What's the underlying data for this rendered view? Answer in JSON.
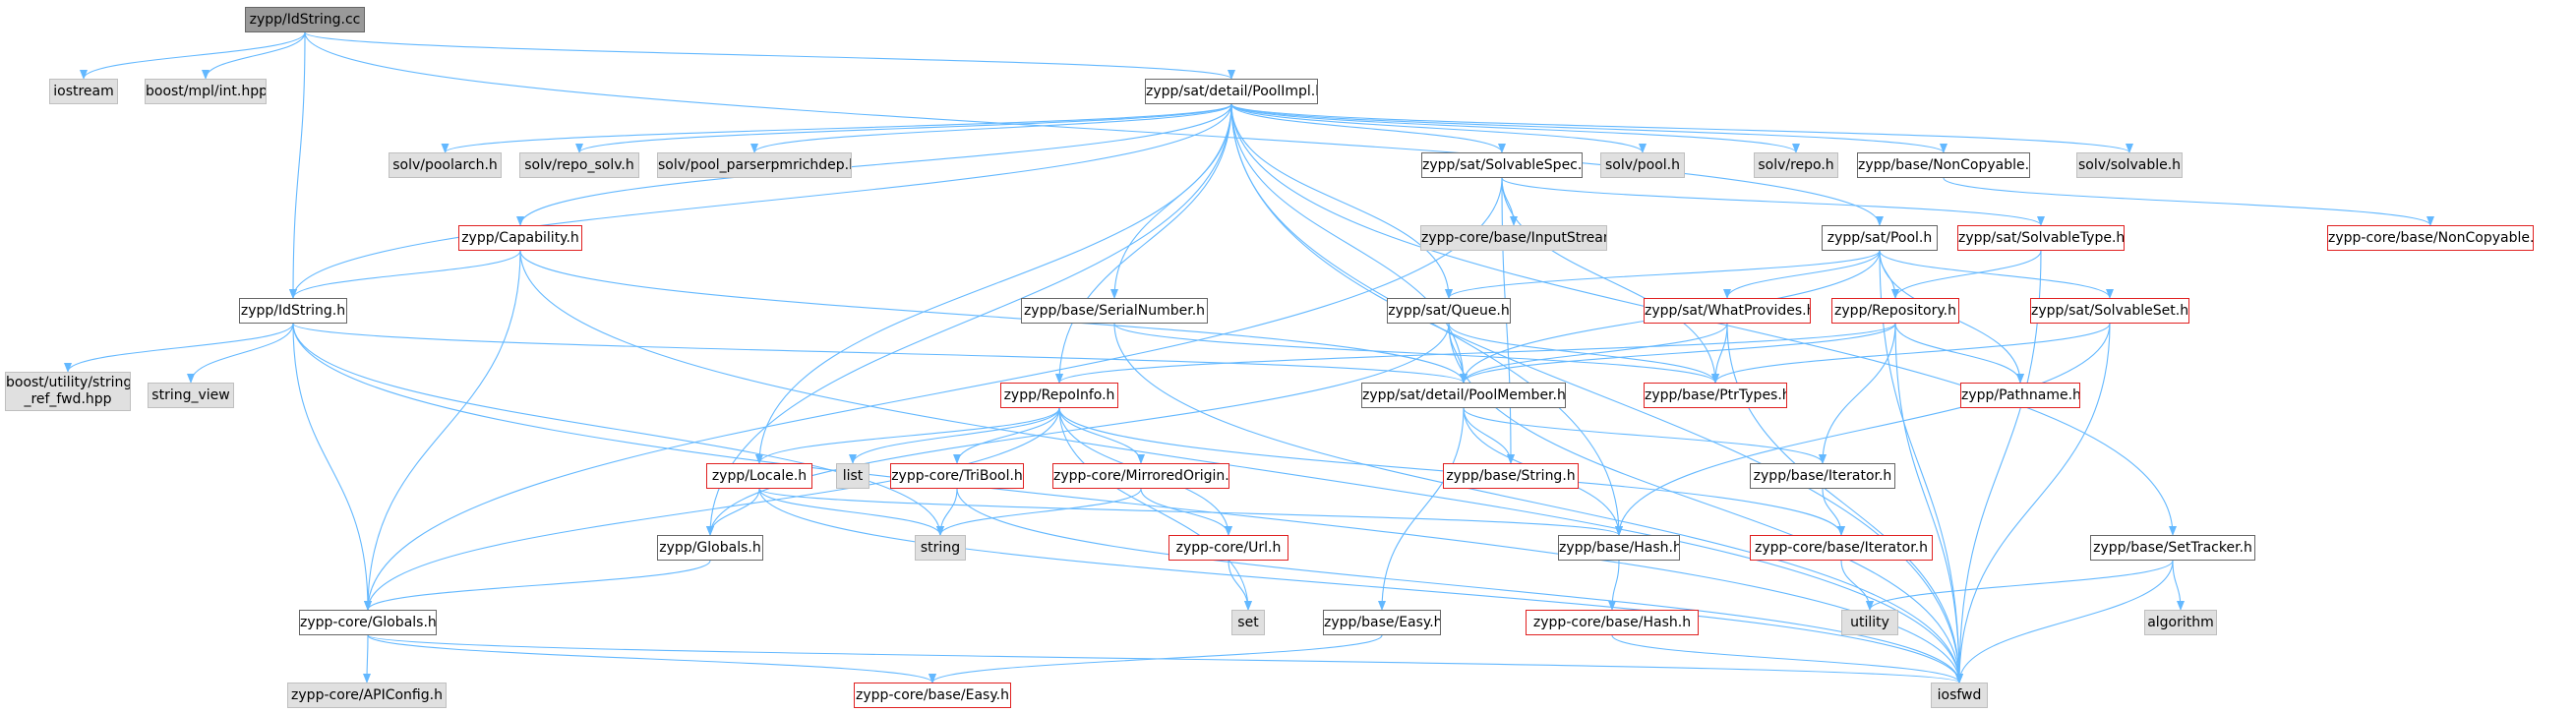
{
  "graph": {
    "edge_color": "#63b8ff",
    "nodes": [
      {
        "id": "IdStringCc",
        "label": "zypp/IdString.cc"
      },
      {
        "id": "iostream",
        "label": "iostream"
      },
      {
        "id": "mplInt",
        "label": "boost/mpl/int.hpp"
      },
      {
        "id": "PoolImpl",
        "label": "zypp/sat/detail/PoolImpl.h"
      },
      {
        "id": "poolarch",
        "label": "solv/poolarch.h"
      },
      {
        "id": "repoSolv",
        "label": "solv/repo_solv.h"
      },
      {
        "id": "poolParser",
        "label": "solv/pool_parserpmrichdep.h"
      },
      {
        "id": "SolvableSpec",
        "label": "zypp/sat/SolvableSpec.h"
      },
      {
        "id": "solvPool",
        "label": "solv/pool.h"
      },
      {
        "id": "solvRepo",
        "label": "solv/repo.h"
      },
      {
        "id": "NonCopyable",
        "label": "zypp/base/NonCopyable.h"
      },
      {
        "id": "solvSolvable",
        "label": "solv/solvable.h"
      },
      {
        "id": "Capability",
        "label": "zypp/Capability.h"
      },
      {
        "id": "InputStream",
        "label": "zypp-core/base/InputStream"
      },
      {
        "id": "SatPool",
        "label": "zypp/sat/Pool.h"
      },
      {
        "id": "SolvableType",
        "label": "zypp/sat/SolvableType.h"
      },
      {
        "id": "CoreNonCopyable",
        "label": "zypp-core/base/NonCopyable.h"
      },
      {
        "id": "IdStringH",
        "label": "zypp/IdString.h"
      },
      {
        "id": "SerialNumber",
        "label": "zypp/base/SerialNumber.h"
      },
      {
        "id": "SatQueue",
        "label": "zypp/sat/Queue.h"
      },
      {
        "id": "WhatProvides",
        "label": "zypp/sat/WhatProvides.h"
      },
      {
        "id": "Repository",
        "label": "zypp/Repository.h"
      },
      {
        "id": "SolvableSet",
        "label": "zypp/sat/SolvableSet.h"
      },
      {
        "id": "StringRefFwd",
        "label": "boost/utility/string\n_ref_fwd.hpp"
      },
      {
        "id": "stringView",
        "label": "string_view"
      },
      {
        "id": "RepoInfo",
        "label": "zypp/RepoInfo.h"
      },
      {
        "id": "PoolMember",
        "label": "zypp/sat/detail/PoolMember.h"
      },
      {
        "id": "PtrTypes",
        "label": "zypp/base/PtrTypes.h"
      },
      {
        "id": "Pathname",
        "label": "zypp/Pathname.h"
      },
      {
        "id": "Locale",
        "label": "zypp/Locale.h"
      },
      {
        "id": "list",
        "label": "list"
      },
      {
        "id": "TriBool",
        "label": "zypp-core/TriBool.h"
      },
      {
        "id": "MirroredOrigin",
        "label": "zypp-core/MirroredOrigin.h"
      },
      {
        "id": "BaseString",
        "label": "zypp/base/String.h"
      },
      {
        "id": "BaseIterator",
        "label": "zypp/base/Iterator.h"
      },
      {
        "id": "string",
        "label": "string"
      },
      {
        "id": "CoreUrl",
        "label": "zypp-core/Url.h"
      },
      {
        "id": "CoreIterator",
        "label": "zypp-core/base/Iterator.h"
      },
      {
        "id": "Globals",
        "label": "zypp/Globals.h"
      },
      {
        "id": "BaseHash",
        "label": "zypp/base/Hash.h"
      },
      {
        "id": "SetTracker",
        "label": "zypp/base/SetTracker.h"
      },
      {
        "id": "utility",
        "label": "utility"
      },
      {
        "id": "algorithm",
        "label": "algorithm"
      },
      {
        "id": "set",
        "label": "set"
      },
      {
        "id": "CoreGlobals",
        "label": "zypp-core/Globals.h"
      },
      {
        "id": "BaseEasy",
        "label": "zypp/base/Easy.h"
      },
      {
        "id": "CoreHash",
        "label": "zypp-core/base/Hash.h"
      },
      {
        "id": "APIConfig",
        "label": "zypp-core/APIConfig.h"
      },
      {
        "id": "CoreEasy",
        "label": "zypp-core/base/Easy.h"
      },
      {
        "id": "iosfwd",
        "label": "iosfwd"
      }
    ],
    "edges": [
      [
        "IdStringCc",
        "iostream"
      ],
      [
        "IdStringCc",
        "mplInt"
      ],
      [
        "IdStringCc",
        "PoolImpl"
      ],
      [
        "IdStringCc",
        "IdStringH"
      ],
      [
        "IdStringCc",
        "SatPool"
      ],
      [
        "PoolImpl",
        "poolarch"
      ],
      [
        "PoolImpl",
        "repoSolv"
      ],
      [
        "PoolImpl",
        "poolParser"
      ],
      [
        "PoolImpl",
        "SolvableSpec"
      ],
      [
        "PoolImpl",
        "solvPool"
      ],
      [
        "PoolImpl",
        "solvRepo"
      ],
      [
        "PoolImpl",
        "NonCopyable"
      ],
      [
        "PoolImpl",
        "solvSolvable"
      ],
      [
        "PoolImpl",
        "Capability"
      ],
      [
        "PoolImpl",
        "IdStringH"
      ],
      [
        "PoolImpl",
        "SerialNumber"
      ],
      [
        "PoolImpl",
        "SatQueue"
      ],
      [
        "PoolImpl",
        "RepoInfo"
      ],
      [
        "PoolImpl",
        "Locale"
      ],
      [
        "PoolImpl",
        "PoolMember"
      ],
      [
        "PoolImpl",
        "BaseHash"
      ],
      [
        "PoolImpl",
        "SetTracker"
      ],
      [
        "PoolImpl",
        "iosfwd"
      ],
      [
        "PoolImpl",
        "Globals"
      ],
      [
        "SolvableSpec",
        "InputStream"
      ],
      [
        "SolvableSpec",
        "SolvableType"
      ],
      [
        "SolvableSpec",
        "PtrTypes"
      ],
      [
        "SolvableSpec",
        "BaseString"
      ],
      [
        "SolvableSpec",
        "CoreGlobals"
      ],
      [
        "NonCopyable",
        "CoreNonCopyable"
      ],
      [
        "SatPool",
        "SatQueue"
      ],
      [
        "SatPool",
        "WhatProvides"
      ],
      [
        "SatPool",
        "Repository"
      ],
      [
        "SatPool",
        "SolvableSet"
      ],
      [
        "SatPool",
        "PoolMember"
      ],
      [
        "SatPool",
        "Pathname"
      ],
      [
        "SatPool",
        "iosfwd"
      ],
      [
        "SolvableType",
        "Repository"
      ],
      [
        "SolvableType",
        "iosfwd"
      ],
      [
        "Capability",
        "IdStringH"
      ],
      [
        "Capability",
        "CoreGlobals"
      ],
      [
        "Capability",
        "PoolMember"
      ],
      [
        "Capability",
        "iosfwd"
      ],
      [
        "IdStringH",
        "StringRefFwd"
      ],
      [
        "IdStringH",
        "stringView"
      ],
      [
        "IdStringH",
        "CoreGlobals"
      ],
      [
        "IdStringH",
        "PoolMember"
      ],
      [
        "IdStringH",
        "string"
      ],
      [
        "IdStringH",
        "iosfwd"
      ],
      [
        "SerialNumber",
        "PtrTypes"
      ],
      [
        "SerialNumber",
        "iosfwd"
      ],
      [
        "SatQueue",
        "PoolMember"
      ],
      [
        "SatQueue",
        "PtrTypes"
      ],
      [
        "SatQueue",
        "Globals"
      ],
      [
        "SatQueue",
        "iosfwd"
      ],
      [
        "WhatProvides",
        "PoolMember"
      ],
      [
        "WhatProvides",
        "PtrTypes"
      ],
      [
        "WhatProvides",
        "iosfwd"
      ],
      [
        "Repository",
        "PoolMember"
      ],
      [
        "Repository",
        "Pathname"
      ],
      [
        "Repository",
        "BaseIterator"
      ],
      [
        "Repository",
        "RepoInfo"
      ],
      [
        "Repository",
        "iosfwd"
      ],
      [
        "SolvableSet",
        "PtrTypes"
      ],
      [
        "SolvableSet",
        "BaseHash"
      ],
      [
        "SolvableSet",
        "iosfwd"
      ],
      [
        "RepoInfo",
        "list"
      ],
      [
        "RepoInfo",
        "Locale"
      ],
      [
        "RepoInfo",
        "TriBool"
      ],
      [
        "RepoInfo",
        "MirroredOrigin"
      ],
      [
        "RepoInfo",
        "CoreUrl"
      ],
      [
        "RepoInfo",
        "CoreIterator"
      ],
      [
        "RepoInfo",
        "set"
      ],
      [
        "RepoInfo",
        "CoreGlobals"
      ],
      [
        "PoolMember",
        "BaseString"
      ],
      [
        "PoolMember",
        "BaseIterator"
      ],
      [
        "PoolMember",
        "BaseHash"
      ],
      [
        "PoolMember",
        "BaseEasy"
      ],
      [
        "Locale",
        "string"
      ],
      [
        "Locale",
        "Globals"
      ],
      [
        "Locale",
        "BaseHash"
      ],
      [
        "Locale",
        "iosfwd"
      ],
      [
        "TriBool",
        "string"
      ],
      [
        "TriBool",
        "iosfwd"
      ],
      [
        "MirroredOrigin",
        "CoreUrl"
      ],
      [
        "MirroredOrigin",
        "string"
      ],
      [
        "BaseIterator",
        "CoreIterator"
      ],
      [
        "CoreUrl",
        "set"
      ],
      [
        "CoreIterator",
        "utility"
      ],
      [
        "Globals",
        "CoreGlobals"
      ],
      [
        "BaseHash",
        "CoreHash"
      ],
      [
        "SetTracker",
        "utility"
      ],
      [
        "SetTracker",
        "algorithm"
      ],
      [
        "SetTracker",
        "iosfwd"
      ],
      [
        "CoreGlobals",
        "APIConfig"
      ],
      [
        "CoreGlobals",
        "CoreEasy"
      ],
      [
        "CoreGlobals",
        "iosfwd"
      ],
      [
        "BaseEasy",
        "CoreEasy"
      ],
      [
        "CoreHash",
        "iosfwd"
      ]
    ]
  }
}
